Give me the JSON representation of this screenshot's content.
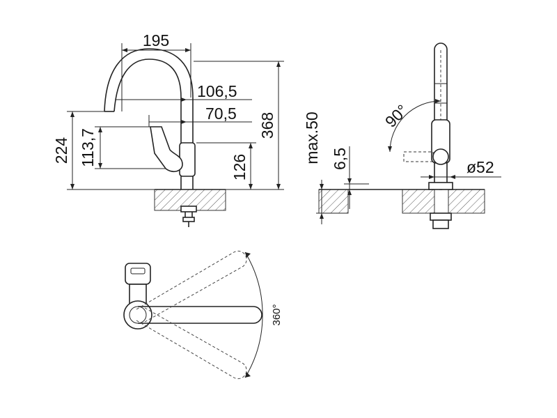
{
  "dimensions": {
    "width_195": "195",
    "reach_106_5": "106,5",
    "reach_70_5": "70,5",
    "height_368": "368",
    "height_224": "224",
    "height_113_7": "113,7",
    "height_126": "126",
    "max_50": "max.50",
    "thick_6_5": "6,5",
    "angle_90": "90°",
    "dia_52": "ø52",
    "swivel_360": "360°"
  },
  "colors": {
    "line": "#222222",
    "hatch": "#555555",
    "background": "#ffffff"
  }
}
